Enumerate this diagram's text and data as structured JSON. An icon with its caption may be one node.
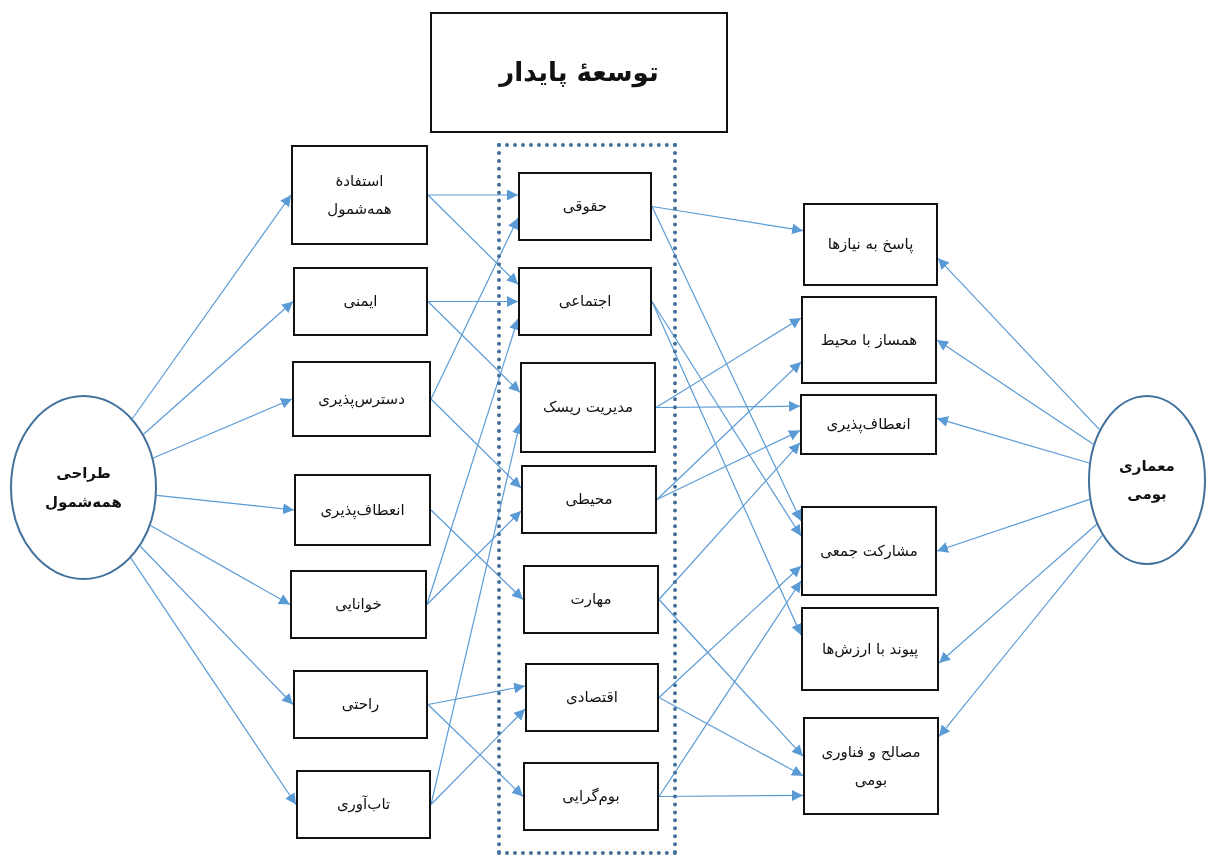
{
  "diagram": {
    "nodes": [
      {
        "text": [
          "توسعهٔ پایدار"
        ]
      },
      {
        "text": [],
        "shape": "box"
      },
      {
        "text": [
          "طراحی همه‌شمول"
        ]
      },
      {
        "text": [
          "استفادهٔ همه‌شمول"
        ]
      },
      {
        "text": [
          "ایمنی"
        ]
      },
      {
        "text": [
          "دسترس‌پذیری"
        ]
      },
      {
        "text": [
          "انعطاف‌پذیری"
        ]
      },
      {
        "text": [
          "خوانایی"
        ]
      },
      {
        "text": [
          "راحتی"
        ]
      },
      {
        "text": [
          "تاب‌آوری"
        ]
      },
      {
        "text": [
          "حقوقی"
        ],
        "in": 1
      },
      {
        "text": [
          "اجتماعی"
        ],
        "in": 1
      },
      {
        "text": [
          "مدیریت ریسک"
        ],
        "in": 1
      },
      {
        "text": [
          "محیطی"
        ],
        "in": 1
      },
      {
        "text": [
          "مهارت"
        ],
        "in": 1
      },
      {
        "text": [
          "اقتصادی"
        ],
        "in": 1
      },
      {
        "text": [
          "بوم‌گرایی"
        ],
        "in": 1
      },
      {
        "text": [
          "پاسخ به نیازها"
        ]
      },
      {
        "text": [
          "همساز با محیط"
        ]
      },
      {
        "text": [
          "انعطاف‌پذیری"
        ]
      },
      {
        "text": [
          "مشارکت جمعی"
        ]
      },
      {
        "text": [
          "پیوند با ارزش‌ها"
        ]
      },
      {
        "text": [
          "مصالح و فناوری بومی"
        ]
      },
      {
        "text": [
          "معماری بومی"
        ]
      }
    ],
    "edges": [
      {
        "from": 2,
        "to": 3,
        "arrow": "to"
      },
      {
        "from": 2,
        "to": 4,
        "arrow": "to"
      },
      {
        "from": 2,
        "to": 5,
        "arrow": "to"
      },
      {
        "from": 2,
        "to": 6,
        "arrow": "to"
      },
      {
        "from": 2,
        "to": 7,
        "arrow": "to"
      },
      {
        "from": 2,
        "to": 8,
        "arrow": "to"
      },
      {
        "from": 2,
        "to": 9,
        "arrow": "to"
      },
      {
        "from": 3,
        "to": 10,
        "arrow": "to"
      },
      {
        "from": 3,
        "to": 11,
        "arrow": "to"
      },
      {
        "from": 4,
        "to": 11,
        "arrow": "to"
      },
      {
        "from": 4,
        "to": 12,
        "arrow": "to"
      },
      {
        "from": 5,
        "to": 10,
        "arrow": "to"
      },
      {
        "from": 5,
        "to": 13,
        "arrow": "to"
      },
      {
        "from": 6,
        "to": 14,
        "arrow": "to"
      },
      {
        "from": 7,
        "to": 11,
        "arrow": "to"
      },
      {
        "from": 7,
        "to": 13,
        "arrow": "to"
      },
      {
        "from": 8,
        "to": 15,
        "arrow": "to"
      },
      {
        "from": 8,
        "to": 16,
        "arrow": "to"
      },
      {
        "from": 9,
        "to": 12,
        "arrow": "to"
      },
      {
        "from": 9,
        "to": 15,
        "arrow": "to"
      },
      {
        "from": 10,
        "to": 17,
        "arrow": "to"
      },
      {
        "from": 10,
        "to": 20,
        "arrow": "to"
      },
      {
        "from": 11,
        "to": 20,
        "arrow": "to"
      },
      {
        "from": 11,
        "to": 21,
        "arrow": "to"
      },
      {
        "from": 12,
        "to": 18,
        "arrow": "to"
      },
      {
        "from": 12,
        "to": 19,
        "arrow": "to"
      },
      {
        "from": 13,
        "to": 18,
        "arrow": "to"
      },
      {
        "from": 13,
        "to": 19,
        "arrow": "to"
      },
      {
        "from": 14,
        "to": 19,
        "arrow": "to"
      },
      {
        "from": 14,
        "to": 22,
        "arrow": "to"
      },
      {
        "from": 15,
        "to": 20,
        "arrow": "to"
      },
      {
        "from": 15,
        "to": 22,
        "arrow": "to"
      },
      {
        "from": 16,
        "to": 20,
        "arrow": "to"
      },
      {
        "from": 16,
        "to": 22,
        "arrow": "to"
      },
      {
        "from": 23,
        "to": 17,
        "arrow": "to"
      },
      {
        "from": 23,
        "to": 18,
        "arrow": "to"
      },
      {
        "from": 23,
        "to": 19,
        "arrow": "to"
      },
      {
        "from": 23,
        "to": 20,
        "arrow": "to"
      },
      {
        "from": 23,
        "to": 21,
        "arrow": "to"
      },
      {
        "from": 23,
        "to": 22,
        "arrow": "to"
      }
    ]
  }
}
